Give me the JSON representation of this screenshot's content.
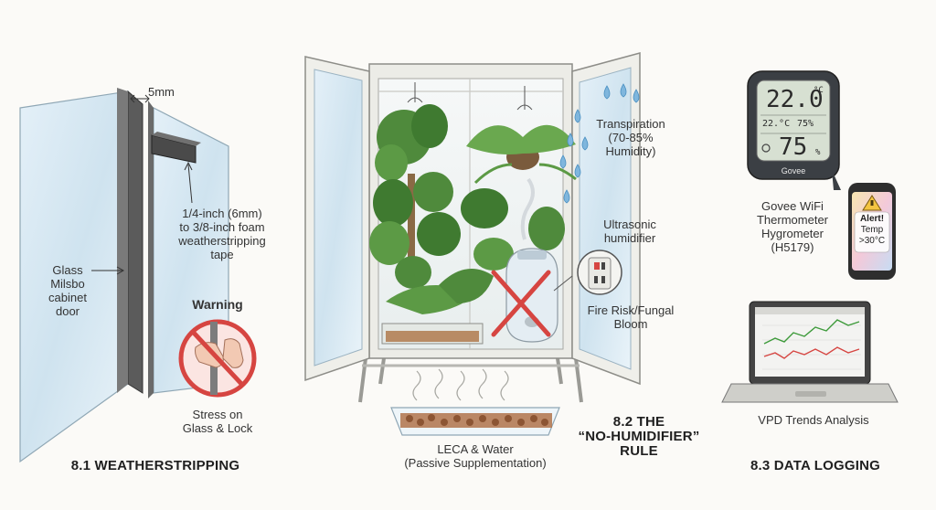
{
  "weatherstripping": {
    "section_title": "8.1 WEATHERSTRIPPING",
    "gap_label": "5mm",
    "tape_label": [
      "1/4-inch (6mm)",
      "to 3/8-inch foam",
      "weatherstripping",
      "tape"
    ],
    "door_label": [
      "Glass",
      "Milsbo",
      "cabinet",
      "door"
    ],
    "warning_title": "Warning",
    "warning_caption": [
      "Stress on",
      "Glass & Lock"
    ]
  },
  "humidity": {
    "section_title": [
      "8.2 THE",
      "“NO-HUMIDIFIER”",
      "RULE"
    ],
    "transpiration_label": [
      "Transpiration",
      "(70-85%",
      "Humidity)"
    ],
    "humidifier_label": [
      "Ultrasonic",
      "humidifier"
    ],
    "risk_label": [
      "Fire Risk/Fungal",
      "Bloom"
    ],
    "tray_label": [
      "LECA & Water",
      "(Passive Supplementation)"
    ]
  },
  "data_logging": {
    "section_title": "8.3 DATA LOGGING",
    "device_label": [
      "Govee WiFi",
      "Thermometer",
      "Hygrometer",
      "(H5179)"
    ],
    "device_brand": "Govee",
    "display": {
      "temp_main": "22.0",
      "temp_unit": "°C",
      "temp_small": "22.°C",
      "humid_small": "75%",
      "humid_main": "75",
      "humid_unit": "%"
    },
    "phone_alert": [
      "Alert!",
      "Temp",
      ">30°C"
    ],
    "laptop_caption": "VPD Trends Analysis"
  },
  "colors": {
    "glass": "#d6e7f2",
    "frame": "#efefea",
    "leaf": "#4f8a3c",
    "warning_red": "#d64541",
    "accent_blue": "#4a90c2"
  }
}
